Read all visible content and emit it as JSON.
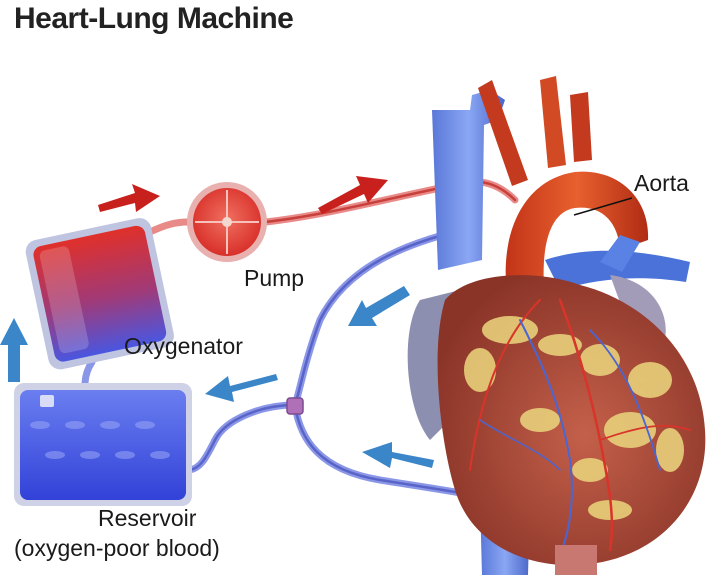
{
  "title": "Heart-Lung Machine",
  "labels": {
    "aorta": "Aorta",
    "pump": "Pump",
    "oxygenator": "Oxygenator",
    "reservoir": "Reservoir",
    "reservoir_sub": "(oxygen-poor blood)"
  },
  "colors": {
    "oxygenated": "#d0302e",
    "deoxygenated": "#5a6fd8",
    "arrow_red": "#c8201c",
    "arrow_blue": "#3a86c8",
    "heart_muscle": "#b04a3c",
    "fat": "#e8cf7a",
    "vessel_vein": "#6f8ee8",
    "aorta_color": "#d84a26"
  }
}
